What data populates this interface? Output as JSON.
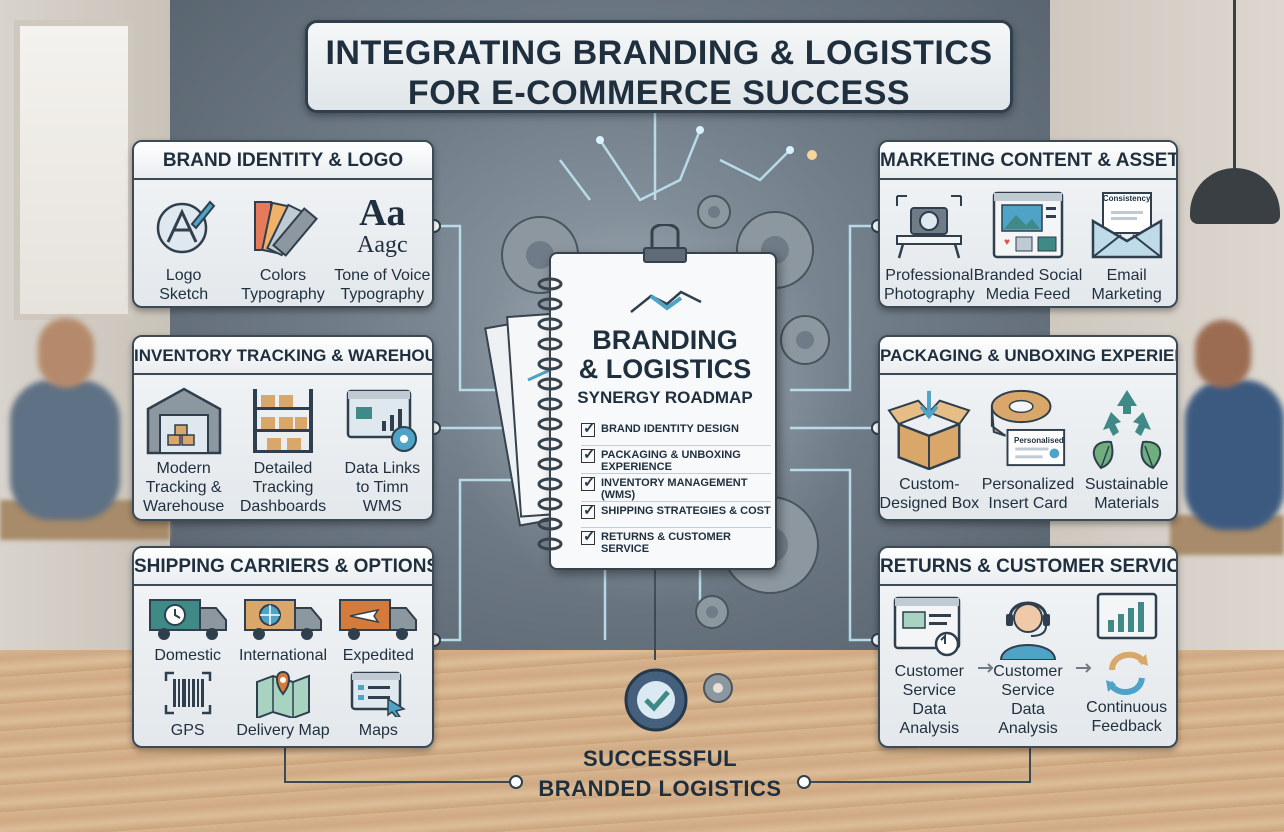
{
  "title": {
    "line1": "INTEGRATING BRANDING & LOGISTICS",
    "line2": "FOR E-COMMERCE SUCCESS"
  },
  "panels": {
    "brand": {
      "title": "BRAND IDENTITY & LOGO",
      "items": [
        {
          "l1": "Logo",
          "l2": "Sketch"
        },
        {
          "l1": "Colors",
          "l2": "Typography"
        },
        {
          "l1": "Tone of Voice",
          "l2": "Typography"
        }
      ],
      "icon_text": {
        "a1": "Aa",
        "a2": "Aagc"
      }
    },
    "inventory": {
      "title": "INVENTORY TRACKING & WAREHOUSE",
      "items": [
        {
          "l1": "Modern",
          "l2": "Tracking &",
          "l3": "Warehouse"
        },
        {
          "l1": "Detailed",
          "l2": "Tracking",
          "l3": "Dashboards"
        },
        {
          "l1": "Data Links",
          "l2": "to Timn",
          "l3": "WMS"
        }
      ]
    },
    "shipping": {
      "title": "SHIPPING CARRIERS & OPTIONS",
      "items": [
        {
          "l1": "Domestic"
        },
        {
          "l1": "International"
        },
        {
          "l1": "Expedited"
        },
        {
          "l1": "GPS"
        },
        {
          "l1": "Delivery Map"
        },
        {
          "l1": "Maps"
        }
      ]
    },
    "marketing": {
      "title": "MARKETING CONTENT & ASSETS",
      "items": [
        {
          "l1": "Professional",
          "l2": "Photography"
        },
        {
          "l1": "Branded Social",
          "l2": "Media Feed"
        },
        {
          "l1": "Email",
          "l2": "Marketing"
        }
      ],
      "icon_text": {
        "email": "Consistency"
      }
    },
    "packaging": {
      "title": "PACKAGING & UNBOXING EXPERIENCE",
      "items": [
        {
          "l1": "Custom-",
          "l2": "Designed Box"
        },
        {
          "l1": "Personalized",
          "l2": "Insert Card"
        },
        {
          "l1": "Sustainable",
          "l2": "Materials"
        }
      ],
      "icon_text": {
        "card": "Personalised"
      }
    },
    "returns": {
      "title": "RETURNS & CUSTOMER SERVICE",
      "items": [
        {
          "l1": "Customer",
          "l2": "Service",
          "l3": "Data",
          "l4": "Analysis"
        },
        {
          "l1": "Customer",
          "l2": "Service",
          "l3": "Data",
          "l4": "Analysis"
        },
        {
          "l1": "Continuous",
          "l2": "Feedback"
        }
      ]
    }
  },
  "notebook": {
    "heading1": "BRANDING",
    "heading2": "& LOGISTICS",
    "subheading": "SYNERGY ROADMAP",
    "checklist": [
      "BRAND IDENTITY DESIGN",
      "PACKAGING & UNBOXING EXPERIENCE",
      "INVENTORY MANAGEMENT (WMS)",
      "SHIPPING STRATEGIES & COST",
      "RETURNS & CUSTOMER SERVICE"
    ]
  },
  "footer": {
    "line1": "SUCCESSFUL",
    "line2": "BRANDED LOGISTICS"
  },
  "colors": {
    "accent": "#4fa3c7",
    "dark": "#1f2f3e",
    "teal": "#3f8a86",
    "orange": "#d47b3b"
  }
}
